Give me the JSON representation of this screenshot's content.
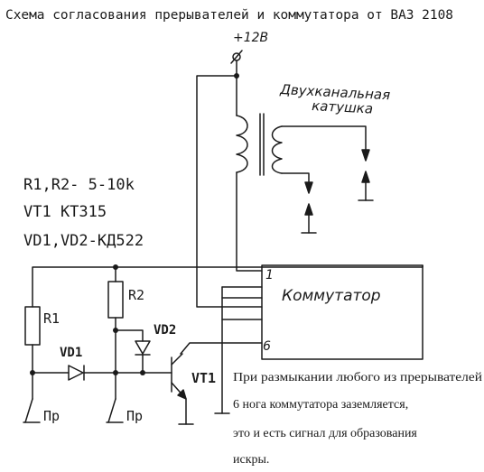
{
  "title": "Схема согласования прерывателей и коммутатора от ВАЗ 2108",
  "supply_label": "+12В",
  "coil_label_line1": "Двухканальная",
  "coil_label_line2": "катушка",
  "parts": {
    "line1": "R1,R2- 5-10k",
    "line2": "VT1 KT315",
    "line3": "VD1,VD2-КД522"
  },
  "labels": {
    "r1": "R1",
    "r2": "R2",
    "vd1": "VD1",
    "vd2": "VD2",
    "vt1": "VT1",
    "breaker1": "Пр",
    "breaker2": "Пр",
    "commutator": "Коммутатор",
    "pin1": "1",
    "pin6": "6"
  },
  "note": {
    "line1": "При размыкании любого из прерывателей",
    "line2": "6 нога коммутатора заземляется,",
    "line3": "это и есть сигнал для образования",
    "line4": "искры."
  }
}
